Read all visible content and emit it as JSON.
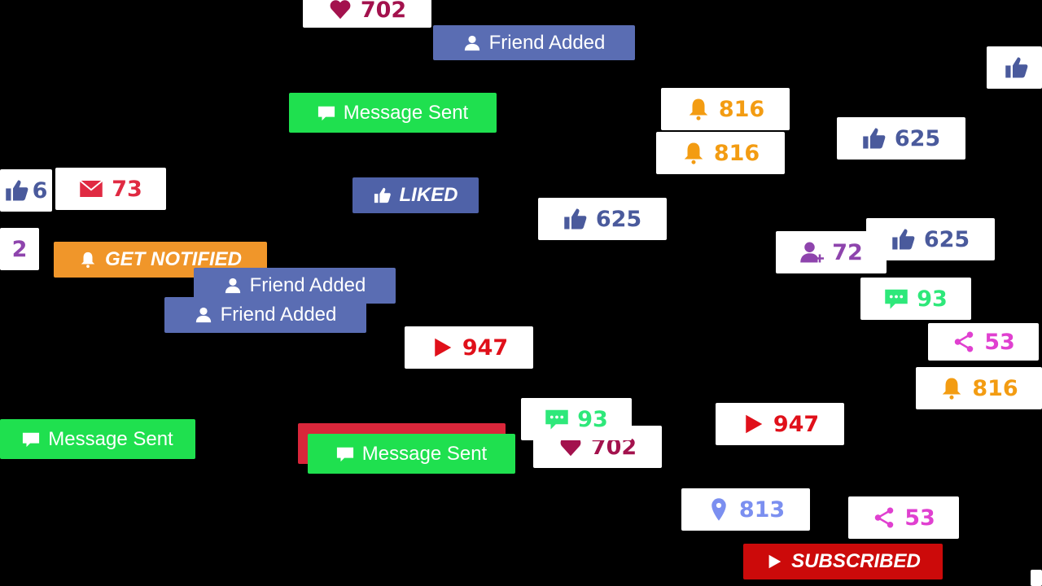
{
  "badges": [
    {
      "style": "white",
      "icon": "heart",
      "text": "702",
      "color": "#a3124d"
    },
    {
      "style": "label",
      "icon": "user",
      "text": "Friend Added",
      "color": "#5a6db3"
    },
    {
      "style": "label",
      "icon": "chat",
      "text": "Message Sent",
      "color": "#1fe04f"
    },
    {
      "style": "white",
      "icon": "bell",
      "text": "816",
      "color": "#f39c12"
    },
    {
      "style": "white",
      "icon": "bell",
      "text": "816",
      "color": "#f39c12"
    },
    {
      "style": "white",
      "icon": "thumb",
      "text": "625",
      "color": "#4a5a9c"
    },
    {
      "style": "white",
      "icon": "thumb",
      "text": "",
      "color": "#4a5a9c"
    },
    {
      "style": "white",
      "icon": "thumb",
      "text": "6",
      "color": "#4a5a9c"
    },
    {
      "style": "white",
      "icon": "mail",
      "text": "73",
      "color": "#e02a42"
    },
    {
      "style": "label italic",
      "icon": "thumb",
      "text": "LIKED",
      "color": "#4f62a8"
    },
    {
      "style": "white",
      "icon": "thumb",
      "text": "625",
      "color": "#4a5a9c"
    },
    {
      "style": "white",
      "icon": "",
      "text": "2",
      "color": "#8e44ad"
    },
    {
      "style": "label italic",
      "icon": "bell",
      "text": "GET NOTIFIED",
      "color": "#f0962a"
    },
    {
      "style": "label",
      "icon": "user",
      "text": "Friend Added",
      "color": "#5a6db3"
    },
    {
      "style": "label",
      "icon": "user",
      "text": "Friend Added",
      "color": "#5a6db3"
    },
    {
      "style": "white",
      "icon": "thumb",
      "text": "625",
      "color": "#4a5a9c"
    },
    {
      "style": "white",
      "icon": "user-add",
      "text": "72",
      "color": "#8e44ad"
    },
    {
      "style": "white",
      "icon": "chat",
      "text": "93",
      "color": "#2ee87a"
    },
    {
      "style": "white",
      "icon": "play",
      "text": "947",
      "color": "#e0101a"
    },
    {
      "style": "white",
      "icon": "share",
      "text": "53",
      "color": "#e040d0"
    },
    {
      "style": "white",
      "icon": "bell",
      "text": "816",
      "color": "#f39c12"
    },
    {
      "style": "label",
      "icon": "chat",
      "text": "Message Sent",
      "color": "#1fe04f"
    },
    {
      "style": "label",
      "icon": "",
      "text": "",
      "color": "#d9263a"
    },
    {
      "style": "label",
      "icon": "chat",
      "text": "Message Sent",
      "color": "#1fe04f"
    },
    {
      "style": "white",
      "icon": "heart",
      "text": "702",
      "color": "#a3124d"
    },
    {
      "style": "white",
      "icon": "chat",
      "text": "93",
      "color": "#2ee87a"
    },
    {
      "style": "white",
      "icon": "play",
      "text": "947",
      "color": "#e0101a"
    },
    {
      "style": "label italic",
      "icon": "play",
      "text": "SUBSCRIBED",
      "color": "#cc0a0a"
    },
    {
      "style": "white",
      "icon": "pin",
      "text": "813",
      "color": "#7b8ff0"
    },
    {
      "style": "white",
      "icon": "share",
      "text": "53",
      "color": "#e040d0"
    },
    {
      "style": "white",
      "icon": "",
      "text": "",
      "color": "#ffffff"
    }
  ]
}
